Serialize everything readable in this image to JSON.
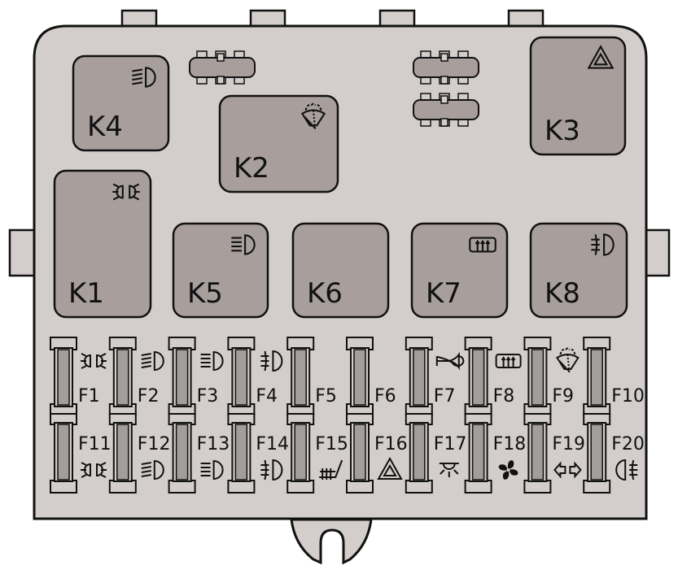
{
  "colors": {
    "housing": "#d3cecc",
    "relay": "#a89f9d",
    "fuse": "#a39d9b",
    "outline": "#111111"
  },
  "relays": [
    {
      "label": "K4",
      "icon": "high-beam-icon"
    },
    {
      "label": "K2",
      "icon": "windshield-washer-icon"
    },
    {
      "label": "K3",
      "icon": "hazard-warning-icon"
    },
    {
      "label": "K1",
      "icon": "side-lights-icon"
    },
    {
      "label": "K5",
      "icon": "low-beam-icon"
    },
    {
      "label": "K6",
      "icon": ""
    },
    {
      "label": "K7",
      "icon": "rear-defrost-icon"
    },
    {
      "label": "K8",
      "icon": "front-fog-light-icon"
    }
  ],
  "fuses": [
    {
      "label": "F1",
      "icon": "side-lights-icon"
    },
    {
      "label": "F2",
      "icon": "high-beam-icon"
    },
    {
      "label": "F3",
      "icon": "low-beam-icon"
    },
    {
      "label": "F4",
      "icon": "front-fog-light-icon"
    },
    {
      "label": "F5",
      "icon": ""
    },
    {
      "label": "F6",
      "icon": ""
    },
    {
      "label": "F7",
      "icon": "horn-icon"
    },
    {
      "label": "F8",
      "icon": "rear-defrost-icon"
    },
    {
      "label": "F9",
      "icon": "windshield-washer-icon"
    },
    {
      "label": "F10",
      "icon": ""
    },
    {
      "label": "F11",
      "icon": "side-lights-icon"
    },
    {
      "label": "F12",
      "icon": "high-beam-icon"
    },
    {
      "label": "F13",
      "icon": "low-beam-icon"
    },
    {
      "label": "F14",
      "icon": "front-fog-light-icon"
    },
    {
      "label": "F15",
      "icon": "heated-seat-icon"
    },
    {
      "label": "F16",
      "icon": "hazard-warning-icon"
    },
    {
      "label": "F17",
      "icon": "interior-light-icon"
    },
    {
      "label": "F18",
      "icon": "fan-icon"
    },
    {
      "label": "F19",
      "icon": "turn-signal-icon"
    },
    {
      "label": "F20",
      "icon": "rear-fog-light-icon"
    }
  ]
}
